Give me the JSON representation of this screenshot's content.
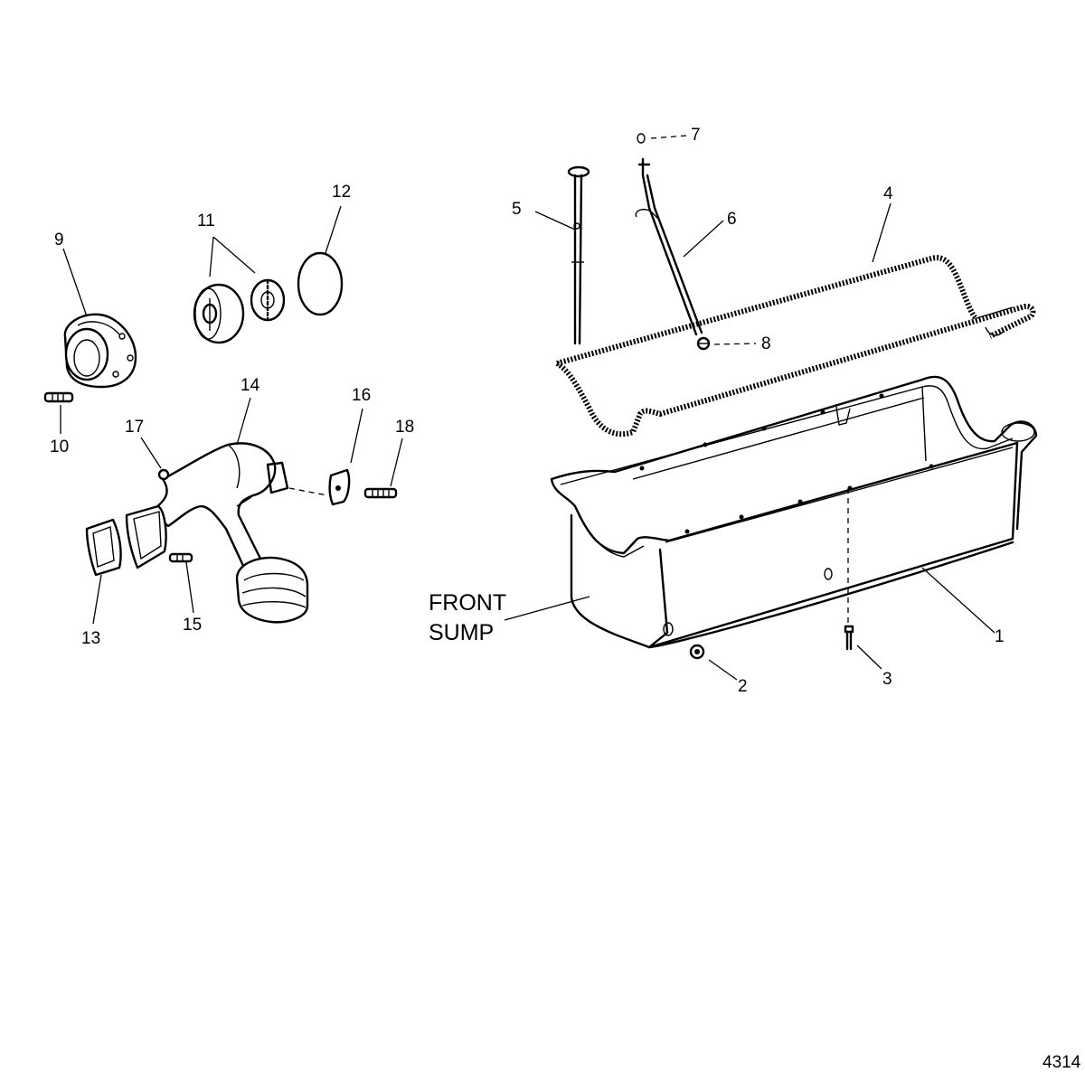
{
  "figure_id": "4314",
  "callouts": {
    "c1": "1",
    "c2": "2",
    "c3": "3",
    "c4": "4",
    "c5": "5",
    "c6": "6",
    "c7": "7",
    "c8": "8",
    "c9": "9",
    "c10": "10",
    "c11": "11",
    "c12": "12",
    "c13": "13",
    "c14": "14",
    "c15": "15",
    "c16": "16",
    "c17": "17",
    "c18": "18"
  },
  "annotation": {
    "line1": "FRONT",
    "line2": "SUMP"
  }
}
